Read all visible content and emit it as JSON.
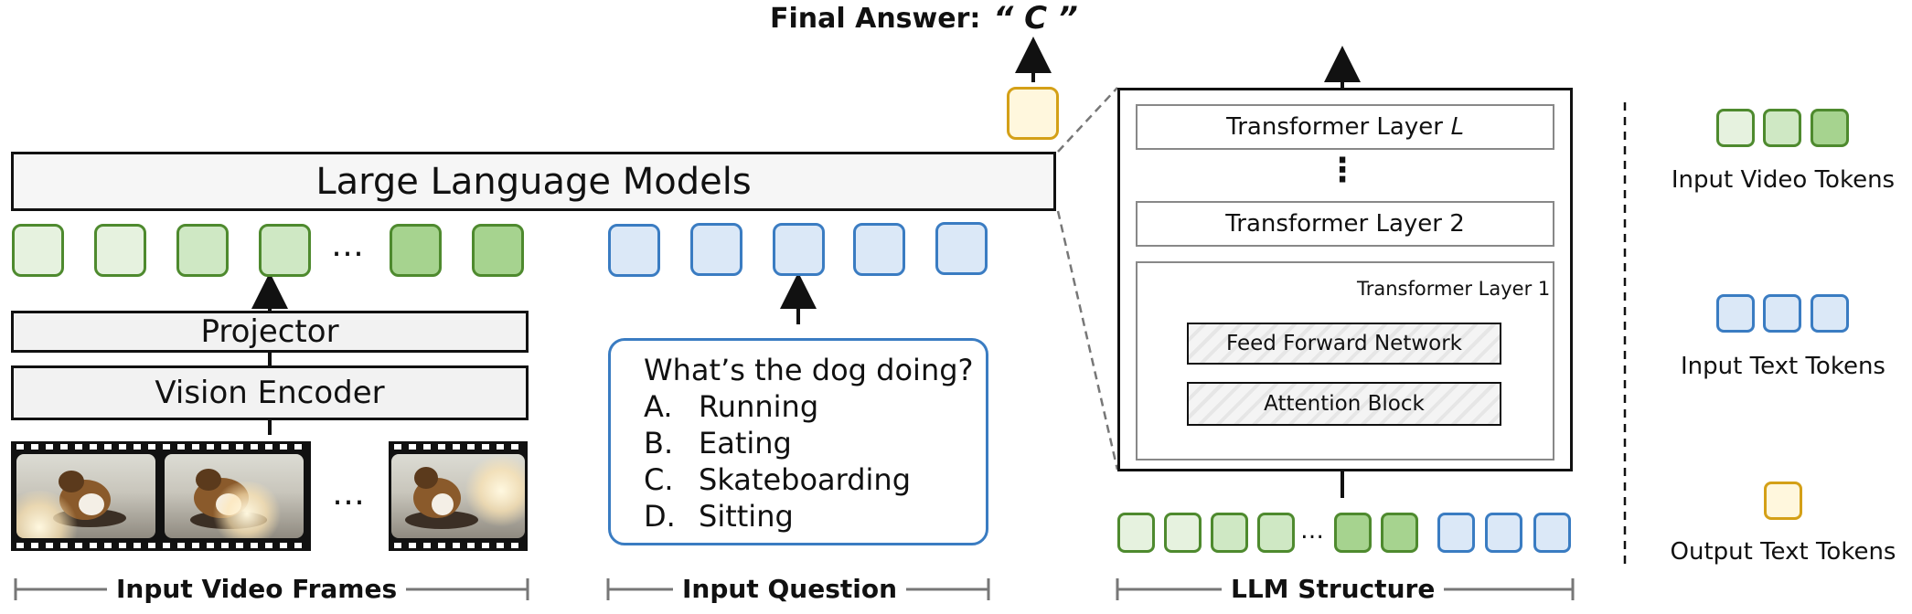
{
  "final_answer": {
    "label": "Final Answer:",
    "value": "“ C ”"
  },
  "llm": {
    "label": "Large Language Models"
  },
  "projector": {
    "label": "Projector"
  },
  "vision_encoder": {
    "label": "Vision Encoder"
  },
  "ellipsis": "…",
  "question": {
    "prompt": "What’s the dog doing?",
    "options": [
      {
        "key": "A.",
        "text": "Running"
      },
      {
        "key": "B.",
        "text": "Eating"
      },
      {
        "key": "C.",
        "text": "Skateboarding"
      },
      {
        "key": "D.",
        "text": "Sitting"
      }
    ]
  },
  "structure": {
    "layer_L": "Transformer Layer 𝐿",
    "vdots": "⋮",
    "layer_2": "Transformer Layer 2",
    "layer_1": "Transformer Layer 1",
    "ffn": "Feed Forward Network",
    "attention": "Attention Block"
  },
  "captions": {
    "video": "Input Video Frames",
    "question": "Input Question",
    "structure": "LLM Structure"
  },
  "legend": {
    "video": "Input Video Tokens",
    "text": "Input Text Tokens",
    "output": "Output Text Tokens"
  },
  "colors": {
    "video_token_border": "#4e8a2e",
    "text_token_border": "#3a7cc2",
    "output_token_border": "#d4a017"
  }
}
